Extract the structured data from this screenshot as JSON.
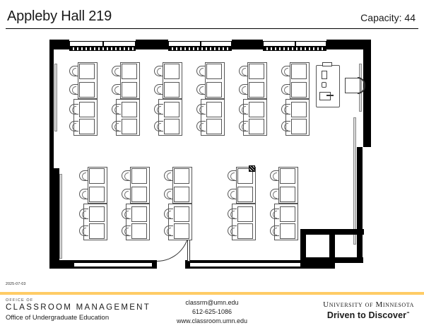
{
  "header": {
    "title": "Appleby Hall 219",
    "capacity_label": "Capacity: 44"
  },
  "floorplan": {
    "room_name": "Appleby Hall 219",
    "seat_count": 44,
    "date_stamp": "2025-07-03",
    "features": {
      "marker_boards": 3,
      "instructor_station": "instructor console with chair",
      "door": "single swing door, bottom wall",
      "floor_outlet": "floor box",
      "windows": "side wall glazing"
    },
    "seating": {
      "layout": "rows of tables with chairs, front block and rear block",
      "front_block_columns": 6,
      "front_block_rows": 4,
      "rear_block_columns": 5,
      "rear_block_rows": 4
    }
  },
  "footer": {
    "office_of": "OFFICE OF",
    "department": "CLASSROOM MANAGEMENT",
    "division": "Office of Undergraduate Education",
    "email": "classrm@umn.edu",
    "phone": "612-625-1086",
    "website": "www.classroom.umn.edu",
    "university": "University of Minnesota",
    "tagline": "Driven to Discover",
    "tagline_mark": "℠",
    "accent_color": "#ffcc66"
  }
}
